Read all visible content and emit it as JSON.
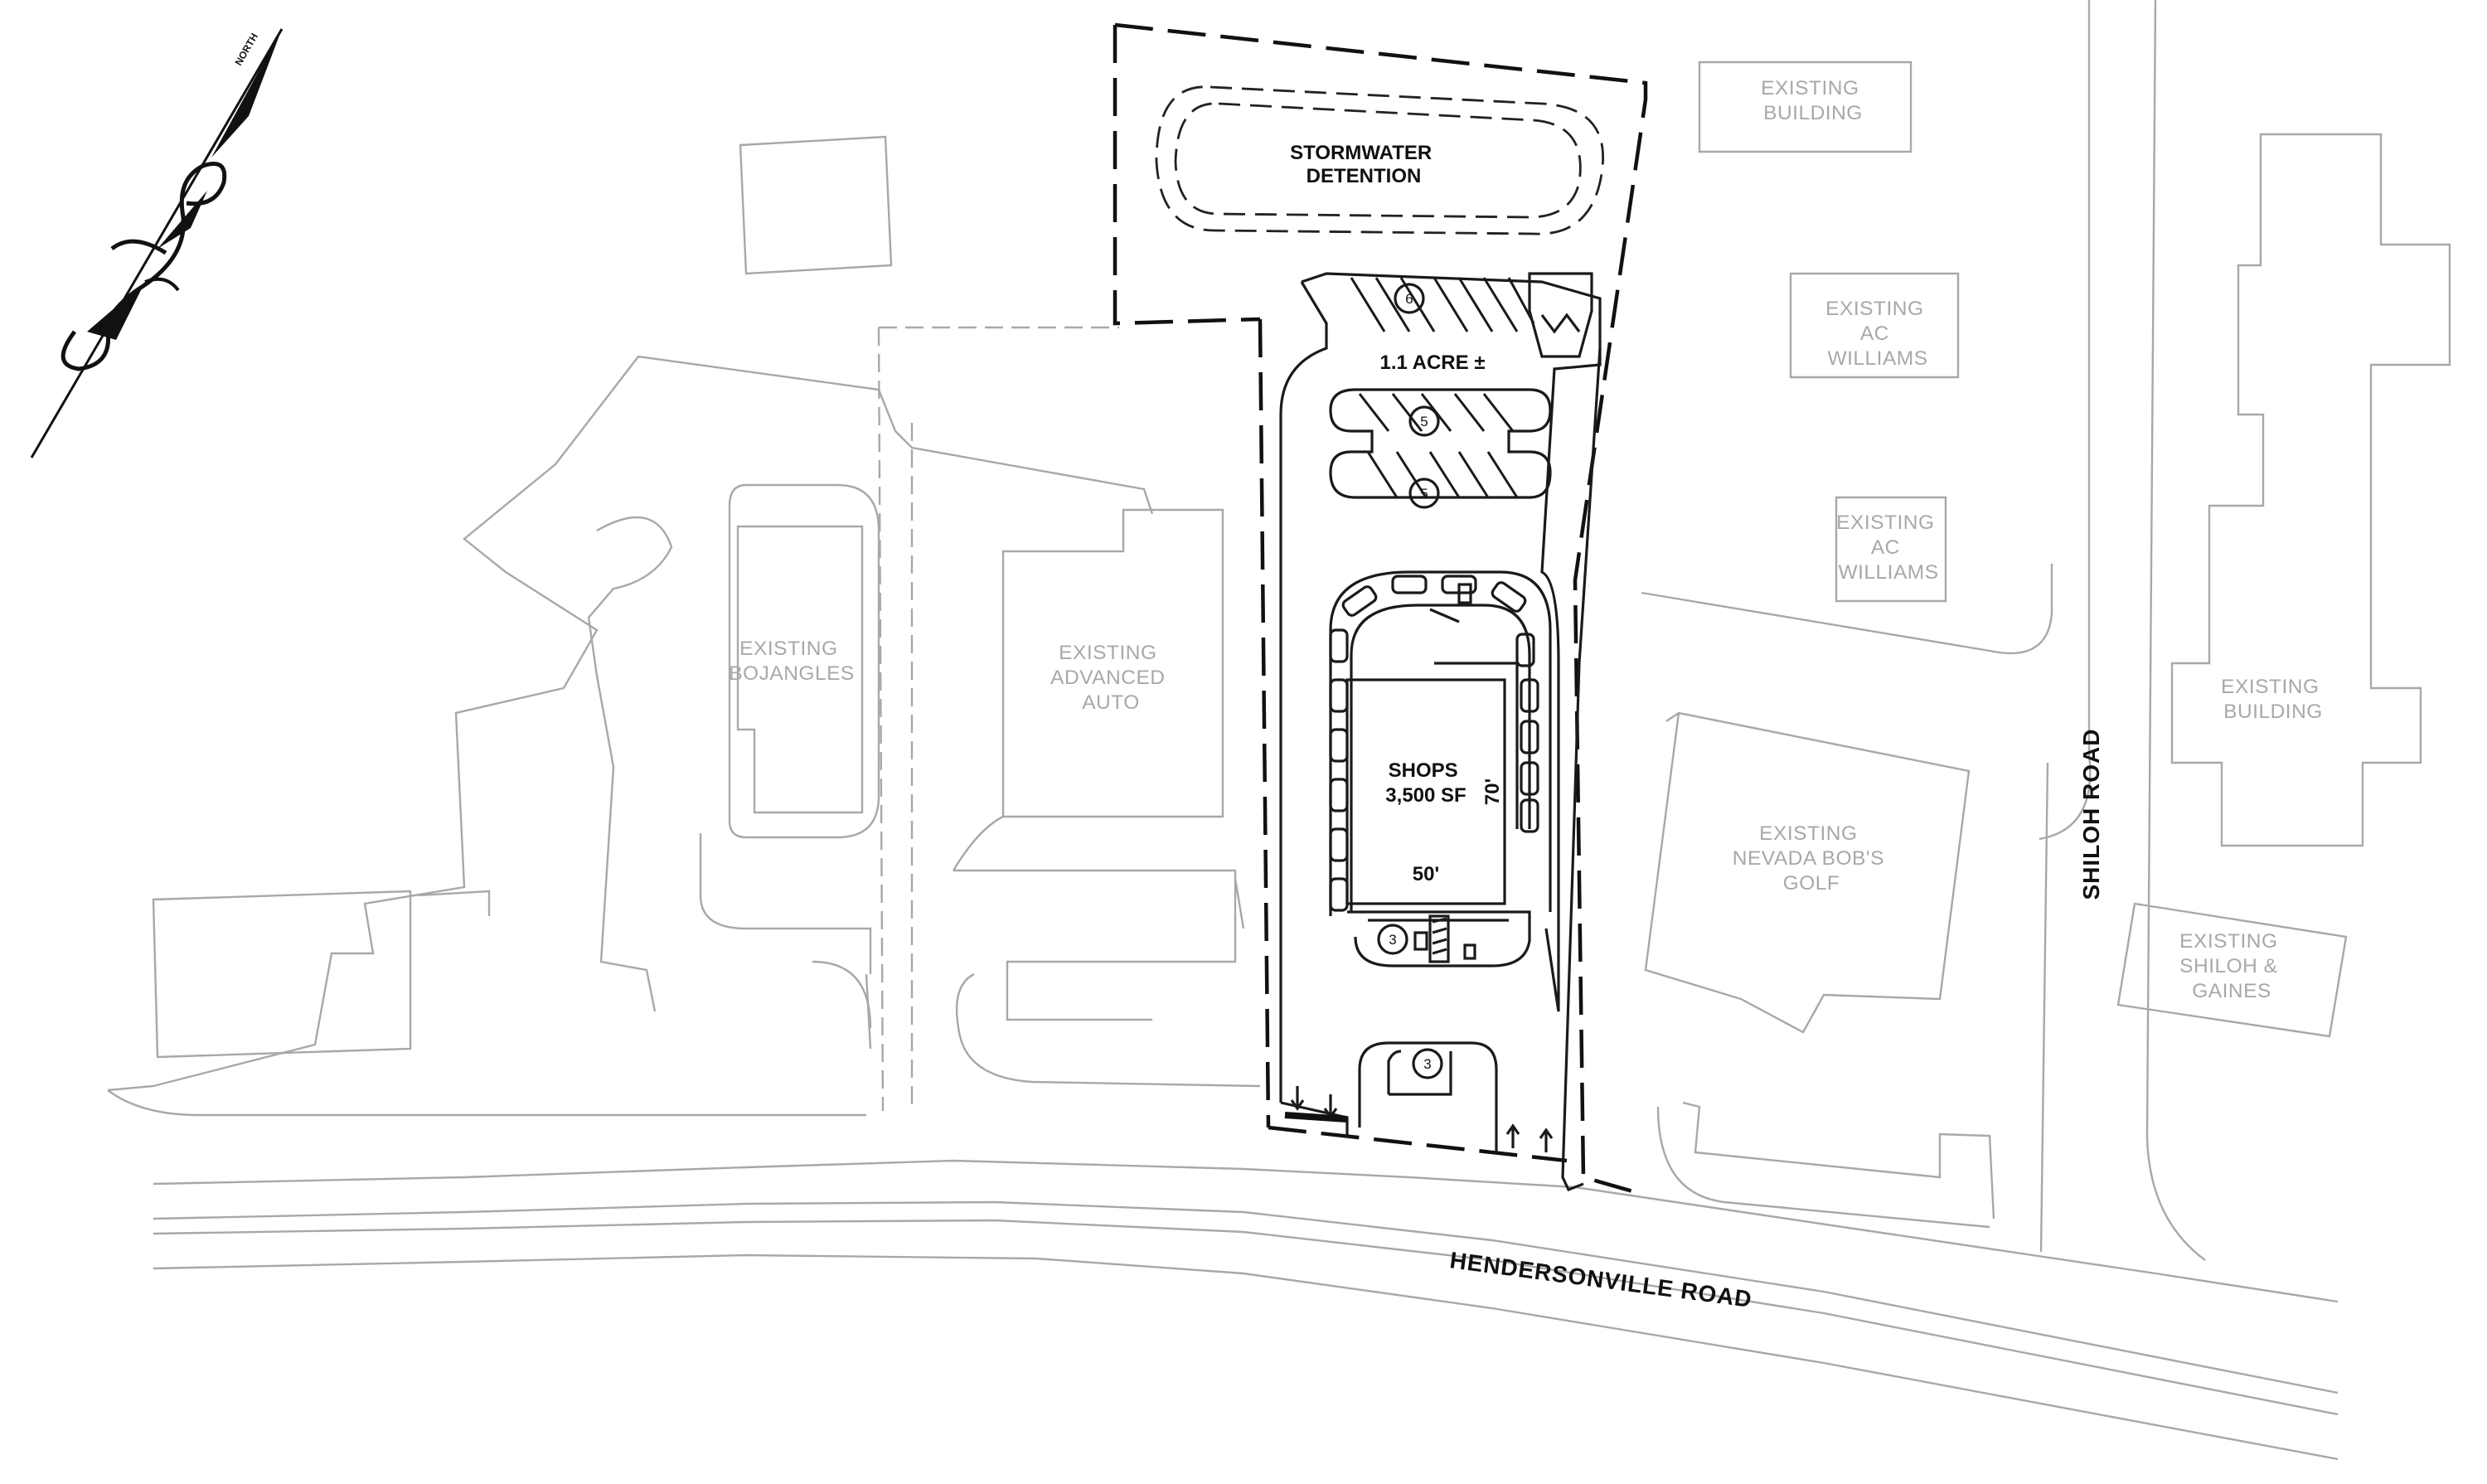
{
  "labels": {
    "stormwater": [
      "STORMWATER",
      "DETENTION"
    ],
    "acreage": "1.1 ACRE ±",
    "shops": [
      "SHOPS",
      "3,500 SF"
    ],
    "dim_height": "70'",
    "dim_width": "50'",
    "bojangles": [
      "EXISTING",
      "BOJANGLES"
    ],
    "advanced_auto": [
      "EXISTING",
      "ADVANCED",
      "AUTO"
    ],
    "nevada_bobs": [
      "EXISTING",
      "NEVADA BOB'S",
      "GOLF"
    ],
    "existing_building_top": [
      "EXISTING",
      "BUILDING"
    ],
    "ac_williams_1": [
      "EXISTING",
      "AC",
      "WILLIAMS"
    ],
    "ac_williams_2": [
      "EXISTING",
      "AC",
      "WILLIAMS"
    ],
    "existing_building_right": [
      "EXISTING",
      "BUILDING"
    ],
    "shiloh_gaines": [
      "EXISTING",
      "SHILOH &",
      "GAINES"
    ]
  },
  "roads": {
    "hendersonville": "HENDERSONVILLE ROAD",
    "shiloh": "SHILOH ROAD"
  },
  "parking_counts": {
    "top_row": "6",
    "middle_row": "5",
    "lower_row": "5",
    "building_front": "3",
    "entry_island": "3"
  },
  "north_arrow": {
    "label": "NORTH",
    "icon": "north-arrow-icon"
  },
  "colors": {
    "existing_context": "#a8a8a8",
    "proposed": "#1a1a1a",
    "background": "#ffffff"
  }
}
